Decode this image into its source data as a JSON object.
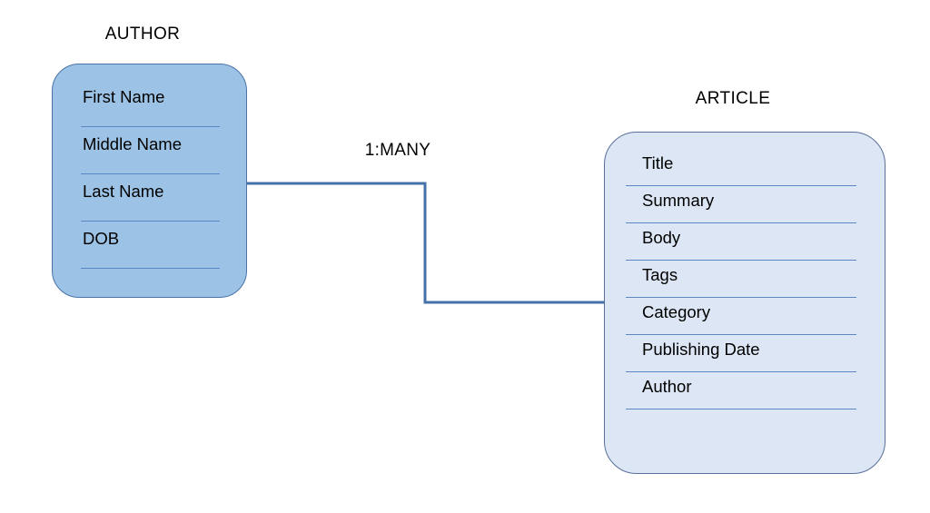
{
  "diagram": {
    "type": "entity-relationship-diagram",
    "background_color": "#ffffff",
    "entities": [
      {
        "name": "AUTHOR",
        "fill_color": "#9CC3E5",
        "border_color": "#4a73a8",
        "attributes": [
          {
            "label": "First Name"
          },
          {
            "label": "Middle Name"
          },
          {
            "label": "Last Name"
          },
          {
            "label": "DOB"
          }
        ]
      },
      {
        "name": "ARTICLE",
        "fill_color": "#DCE6F4",
        "border_color": "#5a7099",
        "attributes": [
          {
            "label": "Title"
          },
          {
            "label": "Summary"
          },
          {
            "label": "Body"
          },
          {
            "label": "Tags"
          },
          {
            "label": "Category"
          },
          {
            "label": "Publishing Date"
          },
          {
            "label": "Author"
          }
        ]
      }
    ],
    "relationship": {
      "label": "1:MANY",
      "from": "AUTHOR",
      "to": "ARTICLE",
      "line_color": "#4472A8",
      "line_width": 3,
      "style": "orthogonal-elbow"
    }
  }
}
